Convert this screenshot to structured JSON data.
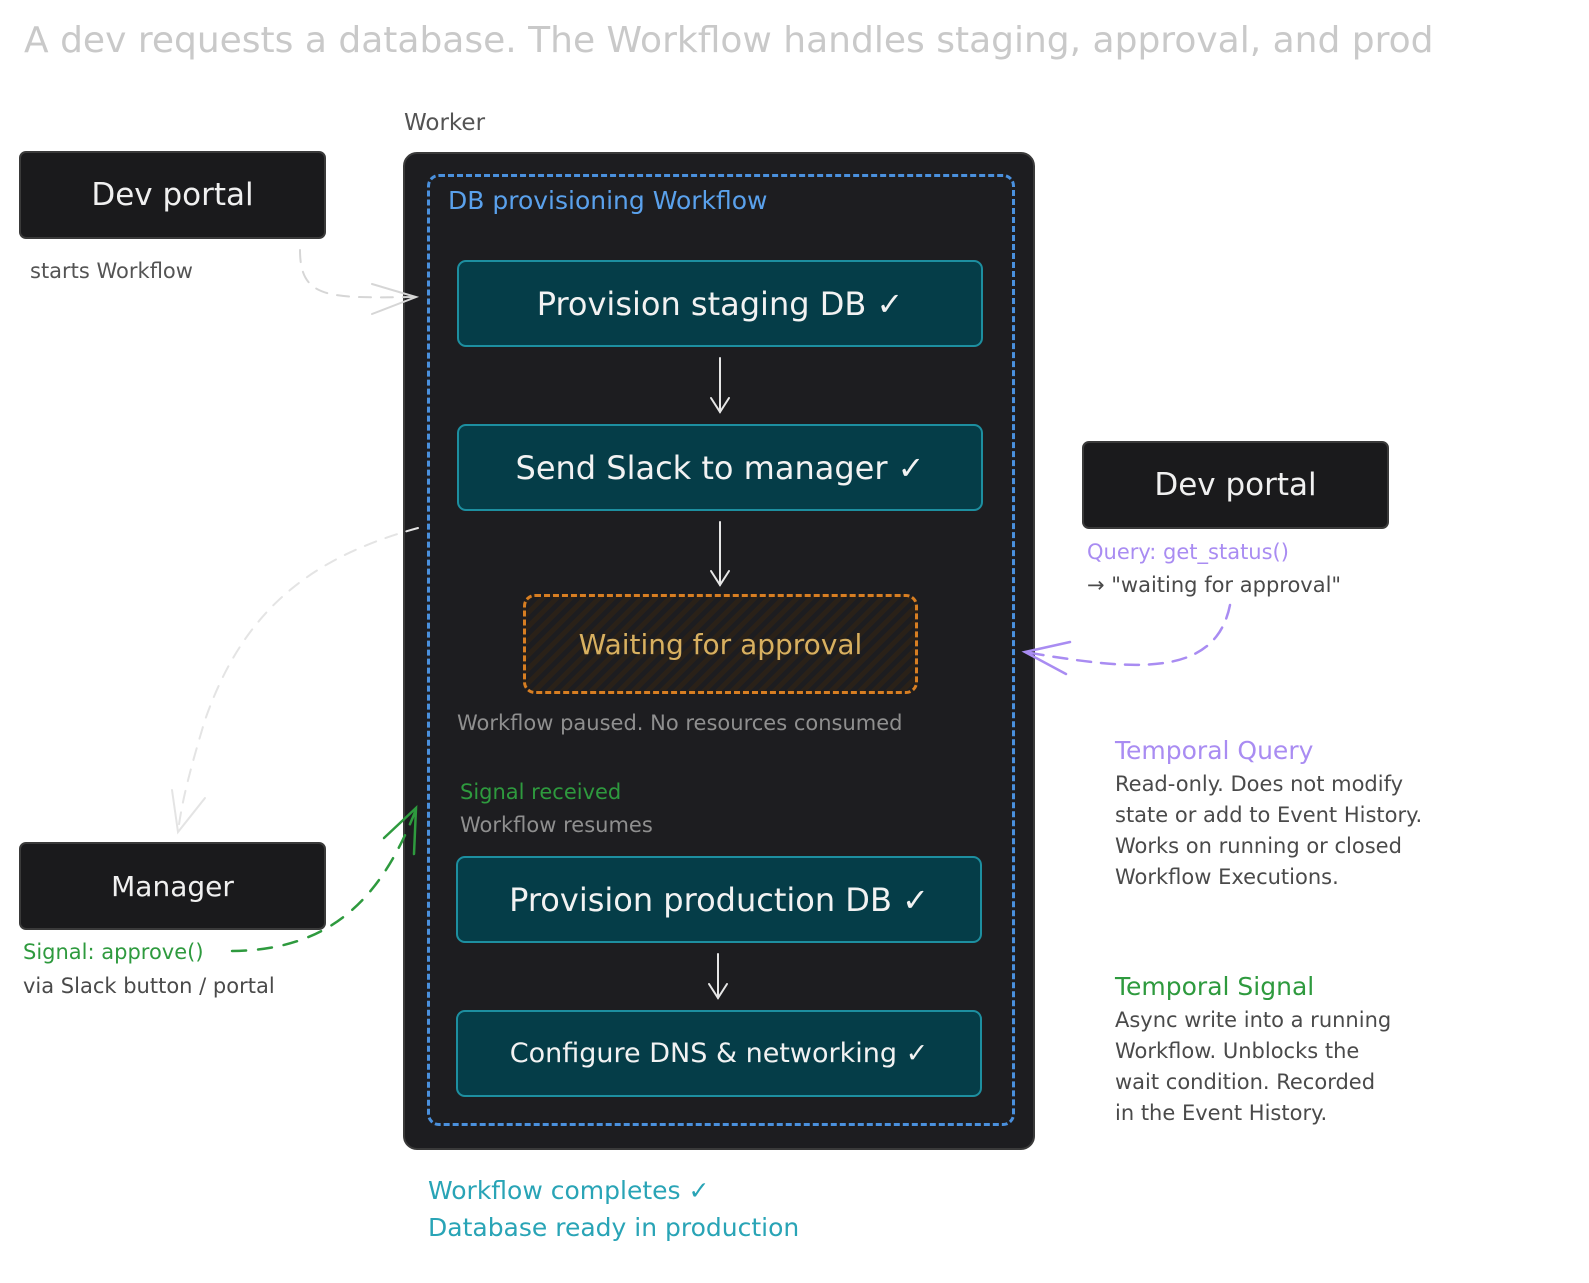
{
  "title": "A dev requests a database. The Workflow handles staging, approval, and prod",
  "worker_label": "Worker",
  "workflow_label": "DB provisioning Workflow",
  "dev_portal_left": {
    "label": "Dev portal",
    "action": "starts Workflow"
  },
  "dev_portal_right": {
    "label": "Dev portal",
    "query": "Query: get_status()",
    "result": "→ \"waiting for approval\""
  },
  "manager": {
    "label": "Manager",
    "signal": "Signal: approve()",
    "via": "via Slack button / portal"
  },
  "steps": [
    {
      "label": "Provision staging DB ✓"
    },
    {
      "label": "Send Slack to manager ✓"
    },
    {
      "label": "Provision production DB ✓"
    },
    {
      "label": "Configure DNS & networking ✓"
    }
  ],
  "waiting": {
    "label": "Waiting for approval",
    "note": "Workflow paused. No resources consumed"
  },
  "signal_received": {
    "title": "Signal received",
    "subtitle": "Workflow resumes"
  },
  "completion": {
    "line1": "Workflow completes ✓",
    "line2": "Database ready in production"
  },
  "temporal_query": {
    "title": "Temporal Query",
    "lines": [
      "Read-only. Does not modify",
      "state or add to Event History.",
      "Works on running or closed",
      "Workflow Executions."
    ]
  },
  "temporal_signal": {
    "title": "Temporal Signal",
    "lines": [
      "Async write into a running",
      "Workflow. Unblocks the",
      "wait condition. Recorded",
      "in the Event History."
    ]
  },
  "colors": {
    "query": "#a98cf2",
    "signal": "#2e9a3e",
    "workflow_border": "#4a90dd",
    "step_fill": "#053d48",
    "step_border": "#1d8fa0",
    "waiting_border": "#d77e22",
    "completion": "#29a4b6"
  }
}
